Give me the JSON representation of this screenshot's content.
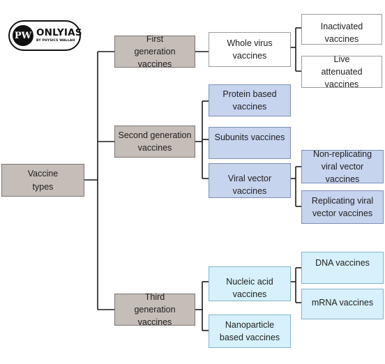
{
  "logo": {
    "badge": "PW",
    "name": "ONLYIAS",
    "sub": "BY PHYSICS WALLAH"
  },
  "diagram": {
    "root": "Vaccine types",
    "generations": [
      {
        "label": "First generation vaccines",
        "children": [
          {
            "label": "Whole virus vaccines",
            "children": [
              "Inactivated vaccines",
              "Live attenuated vaccines"
            ]
          }
        ]
      },
      {
        "label": "Second generation vaccines",
        "children": [
          {
            "label": "Protein based vaccines"
          },
          {
            "label": "Subunits vaccines"
          },
          {
            "label": "Viral vector vaccines",
            "children": [
              "Non-replicating viral vector vaccines",
              "Replicating viral vector vaccines"
            ]
          }
        ]
      },
      {
        "label": "Third generation vaccines",
        "children": [
          {
            "label": "Nucleic acid vaccines",
            "children": [
              "DNA vaccines",
              "mRNA vaccines"
            ]
          },
          {
            "label": "Nanoparticle based vaccines"
          }
        ]
      }
    ]
  },
  "colors": {
    "generation_box": "#c5bdb8",
    "first_generation_children": "#ffffff",
    "second_generation_children": "#c7d4ee",
    "third_generation_children": "#d6f1fb",
    "connector": "#1a1a1a"
  }
}
